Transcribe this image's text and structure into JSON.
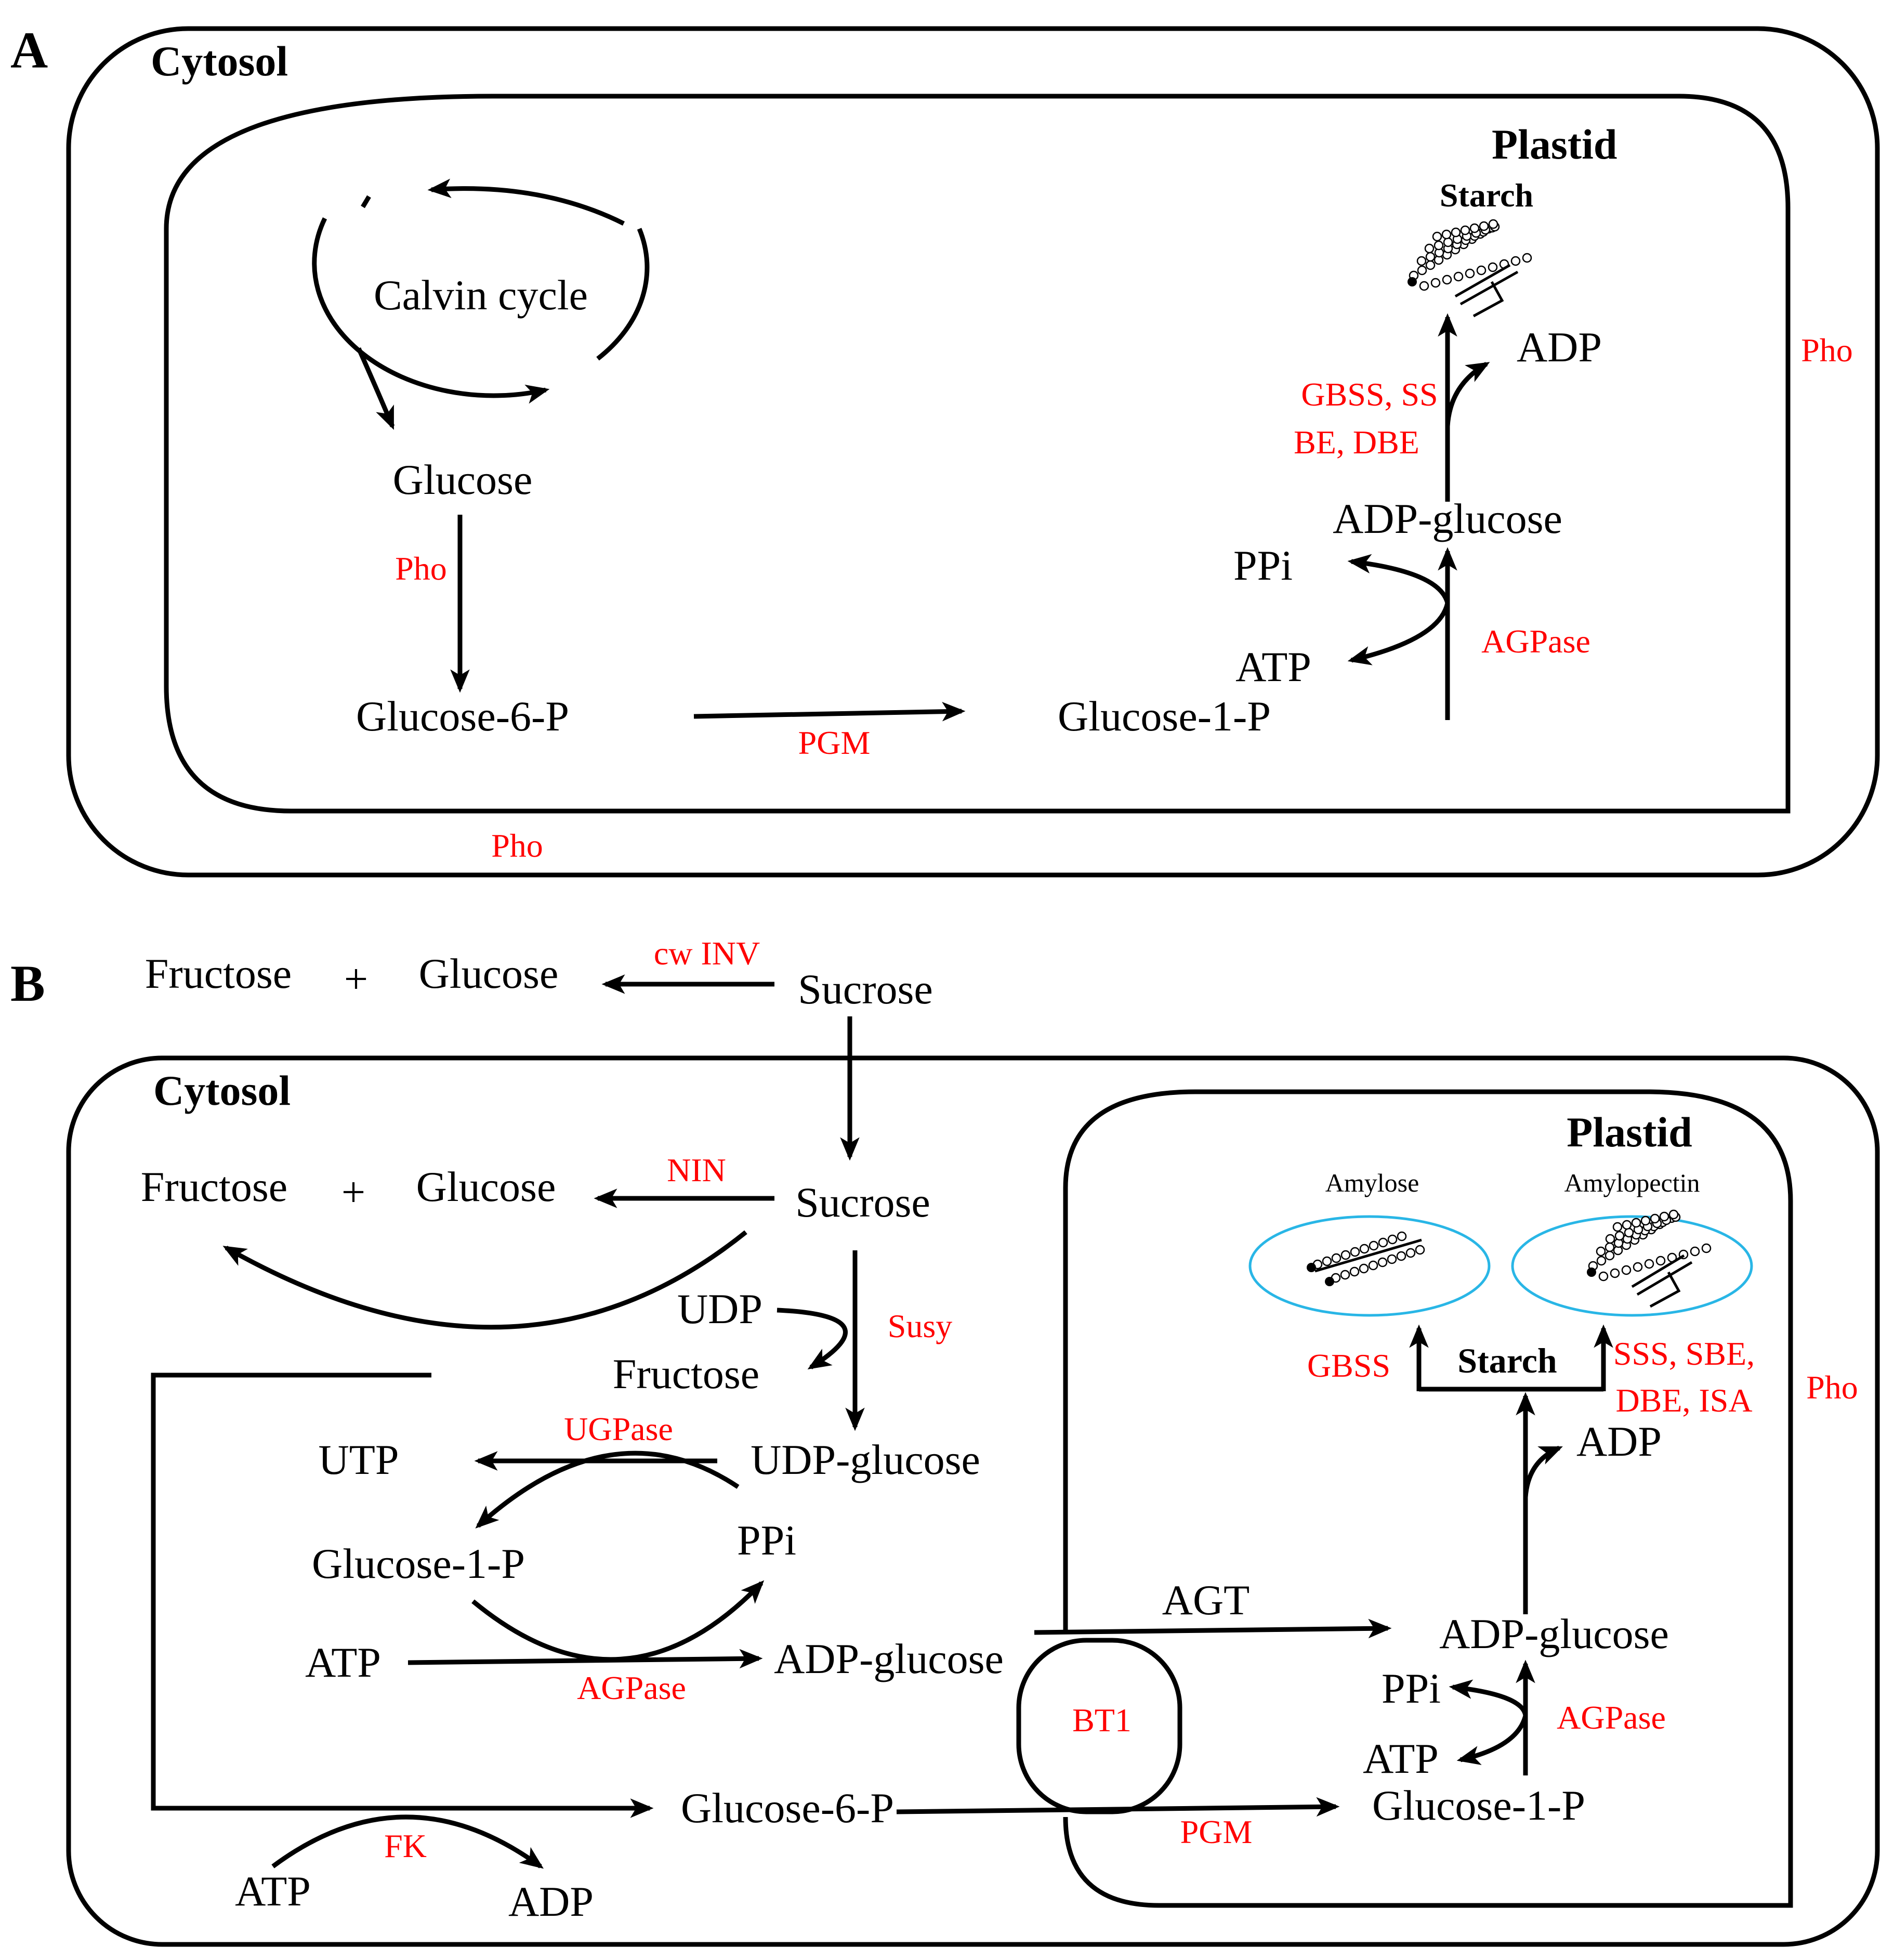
{
  "colors": {
    "enzyme": "#ff0000",
    "ink": "#000000",
    "granule": "#29b6e6"
  },
  "panel_a": {
    "letter": "A",
    "cytosol": "Cytosol",
    "plastid": "Plastid",
    "starch": "Starch",
    "calvin": "Calvin cycle",
    "glucose": "Glucose",
    "glucose6p": "Glucose-6-P",
    "glucose1p": "Glucose-1-P",
    "adp_glucose": "ADP-glucose",
    "ppi": "PPi",
    "atp": "ATP",
    "adp": "ADP",
    "pho_inner": "Pho",
    "pgm": "PGM",
    "agpase": "AGPase",
    "gbss_ss": "GBSS, SS",
    "be_dbe": "BE, DBE",
    "pho_right": "Pho",
    "pho_bottom": "Pho"
  },
  "panel_b": {
    "letter": "B",
    "cytosol": "Cytosol",
    "plastid": "Plastid",
    "fructose_out": "Fructose",
    "plus_out": "+",
    "glucose_out": "Glucose",
    "sucrose_out": "Sucrose",
    "cw_inv": "cw INV",
    "fructose_in": "Fructose",
    "plus_in": "+",
    "glucose_in": "Glucose",
    "sucrose_in": "Sucrose",
    "nin": "NIN",
    "udp": "UDP",
    "fructose_susy": "Fructose",
    "susy": "Susy",
    "utp": "UTP",
    "ugpase": "UGPase",
    "udp_glucose": "UDP-glucose",
    "glucose1p_cyt": "Glucose-1-P",
    "ppi_cyt": "PPi",
    "atp_cyt": "ATP",
    "adp_glucose_cyt": "ADP-glucose",
    "agpase_cyt": "AGPase",
    "glucose6p": "Glucose-6-P",
    "fk": "FK",
    "atp_fk": "ATP",
    "adp_fk": "ADP",
    "bt1": "BT1",
    "agt": "AGT",
    "pgm": "PGM",
    "adp_glucose_pl": "ADP-glucose",
    "ppi_pl": "PPi",
    "atp_pl": "ATP",
    "glucose1p_pl": "Glucose-1-P",
    "agpase_pl": "AGPase",
    "adp_pl": "ADP",
    "starch": "Starch",
    "gbss": "GBSS",
    "sss_sbe": "SSS, SBE,",
    "dbe_isa": "DBE, ISA",
    "amylose": "Amylose",
    "amylopectin": "Amylopectin",
    "pho": "Pho"
  }
}
